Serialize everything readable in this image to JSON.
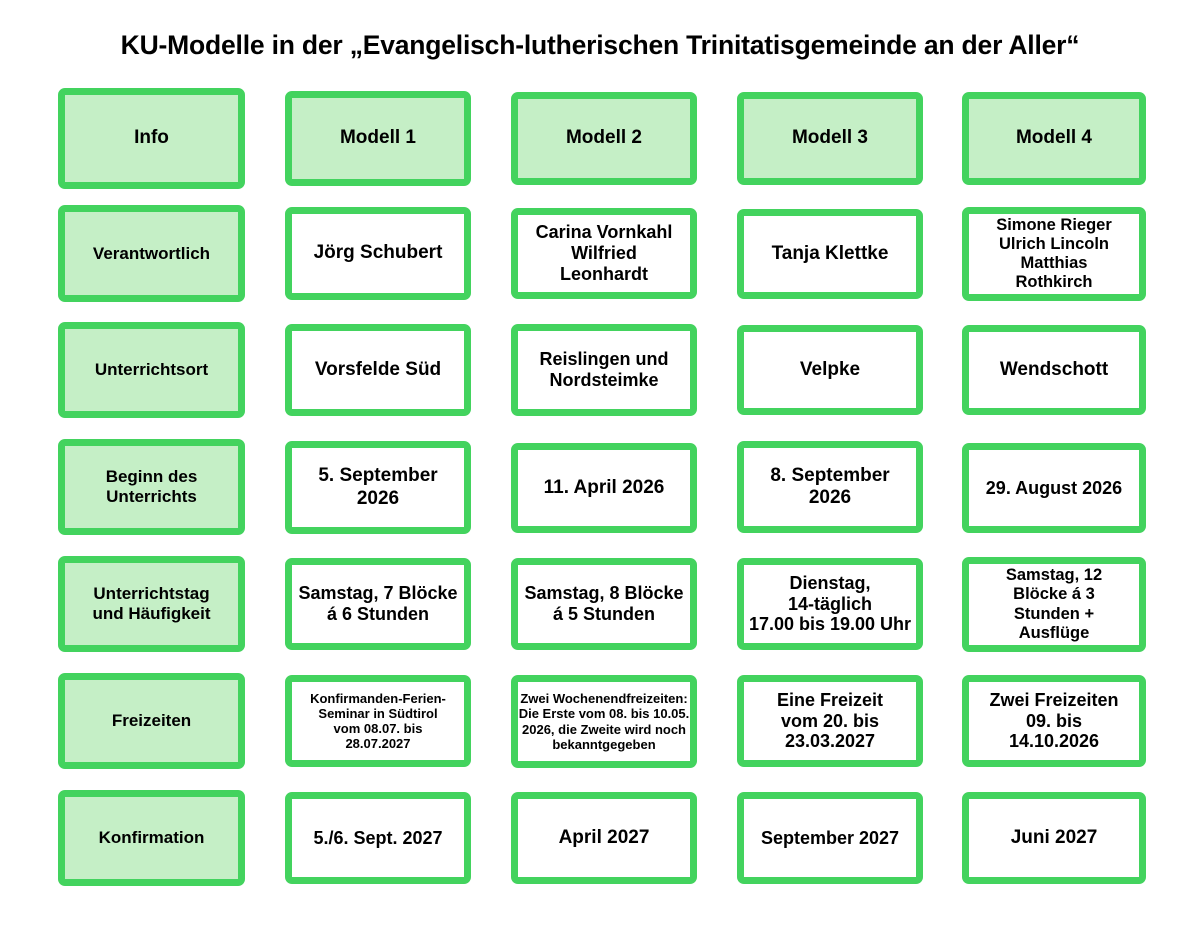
{
  "title": "KU-Modelle in der „Evangelisch-lutherischen Trinitatisgemeinde an der Aller“",
  "colors": {
    "border_green": "#43D35E",
    "label_fill": "#C5EFC6",
    "cell_fill": "#FFFFFF",
    "text": "#000000",
    "background": "#FFFFFF"
  },
  "table": {
    "header": {
      "info": "Info",
      "model1": "Modell 1",
      "model2": "Modell 2",
      "model3": "Modell 3",
      "model4": "Modell 4"
    },
    "rows": [
      {
        "label": "Verantwortlich",
        "model1": "Jörg Schubert",
        "model2": "Carina Vornkahl\nWilfried\nLeonhardt",
        "model3": "Tanja Klettke",
        "model4": "Simone Rieger\nUlrich Lincoln\nMatthias\nRothkirch"
      },
      {
        "label": "Unterrichtsort",
        "model1": "Vorsfelde Süd",
        "model2": "Reislingen und\nNordsteimke",
        "model3": "Velpke",
        "model4": "Wendschott"
      },
      {
        "label": "Beginn des\nUnterrichts",
        "model1": "5. September\n2026",
        "model2": "11. April 2026",
        "model3": "8. September\n2026",
        "model4": "29. August 2026"
      },
      {
        "label": "Unterrichtstag\nund Häufigkeit",
        "model1": "Samstag, 7 Blöcke\ná 6 Stunden",
        "model2": "Samstag, 8 Blöcke\ná 5 Stunden",
        "model3": "Dienstag,\n14-täglich\n17.00 bis 19.00 Uhr",
        "model4": "Samstag, 12\nBlöcke á 3\nStunden +\nAusflüge"
      },
      {
        "label": "Freizeiten",
        "model1": "Konfirmanden-Ferien-\nSeminar in Südtirol\nvom 08.07. bis\n28.07.2027",
        "model2": "Zwei Wochenendfreizeiten:\nDie Erste vom 08. bis 10.05.\n2026, die Zweite wird noch\nbekanntgegeben",
        "model3": "Eine Freizeit\nvom 20. bis\n23.03.2027",
        "model4": "Zwei Freizeiten\n09. bis\n14.10.2026"
      },
      {
        "label": "Konfirmation",
        "model1": "5./6. Sept. 2027",
        "model2": "April 2027",
        "model3": "September 2027",
        "model4": "Juni 2027"
      }
    ]
  }
}
